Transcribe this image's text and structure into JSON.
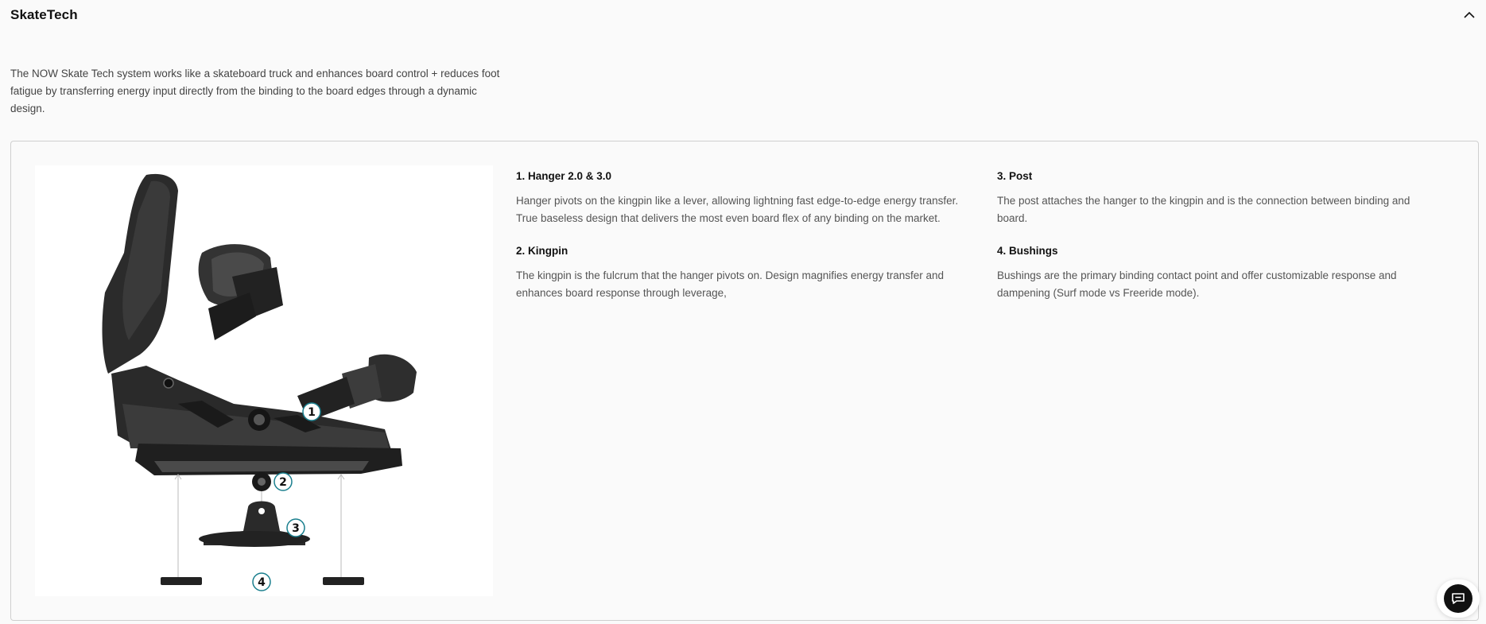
{
  "section": {
    "title": "SkateTech",
    "toggle_icon": "chevron-up-icon"
  },
  "intro": "The NOW Skate Tech system works like a skateboard truck and enhances board control + reduces foot fatigue by transferring energy input directly from the binding to the board edges through a dynamic design.",
  "diagram": {
    "callouts": [
      "1",
      "2",
      "3",
      "4"
    ],
    "accent_color": "#1a7f8e"
  },
  "features": [
    {
      "title": "1. Hanger 2.0 & 3.0",
      "text": "Hanger pivots on the kingpin like a lever, allowing lightning fast edge-to-edge energy transfer. True baseless design that delivers the most even board flex of any binding on the market."
    },
    {
      "title": "2. Kingpin",
      "text": "The kingpin is the fulcrum that the hanger pivots on. Design magnifies energy transfer and enhances board response through leverage,"
    },
    {
      "title": "3. Post",
      "text": "The post attaches the hanger to the kingpin and is the connection between binding and board."
    },
    {
      "title": "4. Bushings",
      "text": "Bushings are the primary binding contact point and offer customizable response and dampening (Surf mode vs Freeride mode)."
    }
  ],
  "chat_widget": {
    "icon": "chat-bubble-icon"
  }
}
